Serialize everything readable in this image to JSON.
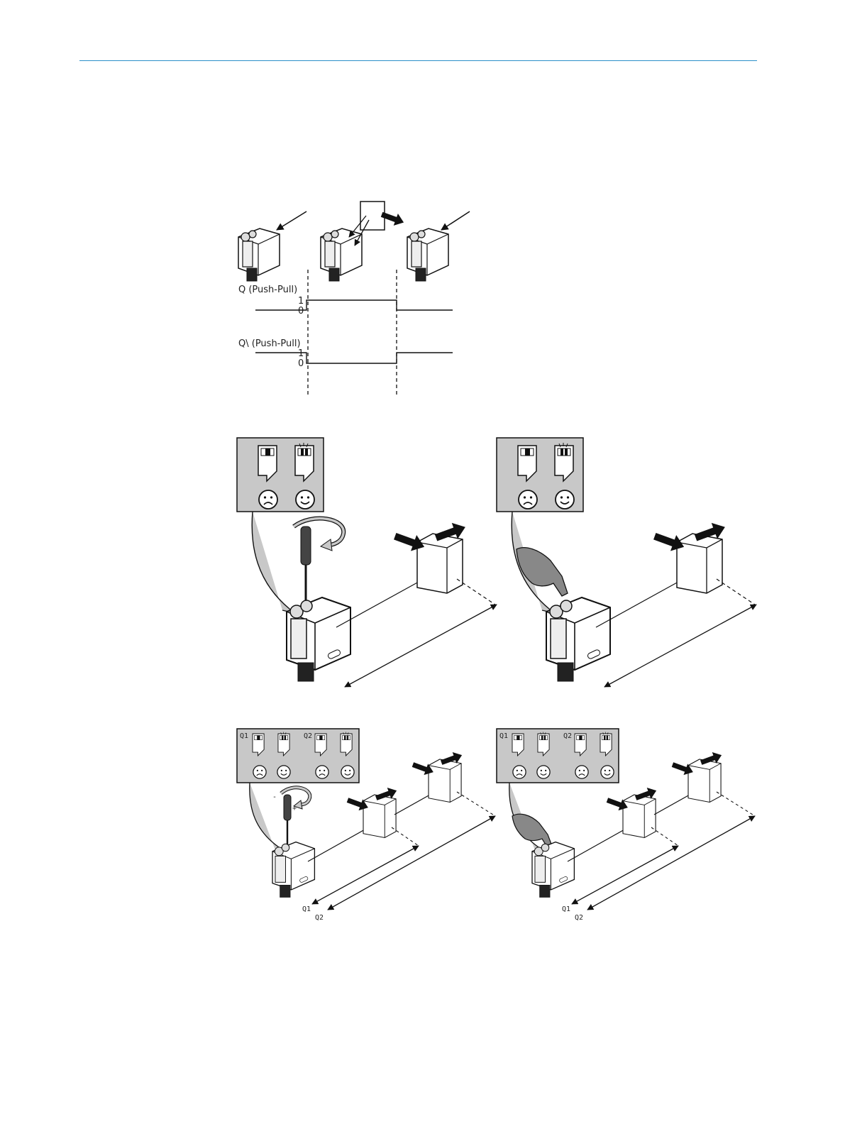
{
  "colors": {
    "rule": "#2b8fc9",
    "panel": "#c8c8c8",
    "line": "#111111"
  },
  "timing": {
    "q_label": "Q (Push-Pull)",
    "qinv_label": "Q\\ (Push-Pull)",
    "level_high": "1",
    "level_low": "0"
  },
  "teach_dual": {
    "q1": "Q1",
    "q2": "Q2",
    "minus": "-",
    "plus": "+"
  },
  "icons": [
    "sensor-icon",
    "object-icon",
    "screwdriver-icon",
    "hand-icon",
    "sad-face-icon",
    "happy-face-icon",
    "led-icon",
    "rotate-arrow-icon"
  ]
}
